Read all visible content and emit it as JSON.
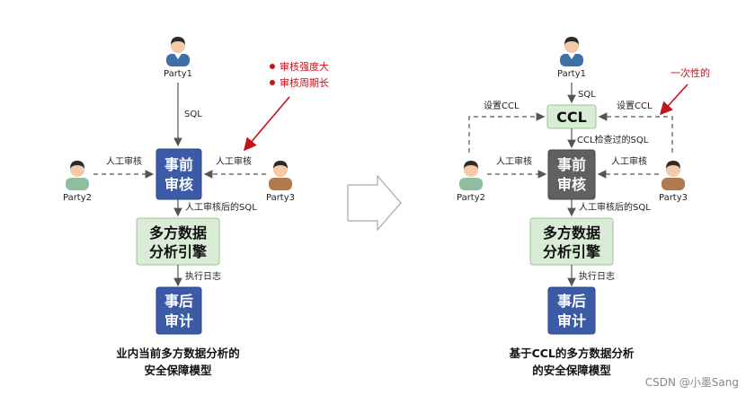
{
  "left": {
    "party1": "Party1",
    "party2": "Party2",
    "party3": "Party3",
    "sql_label": "SQL",
    "manual_review_left": "人工审核",
    "manual_review_right": "人工审核",
    "pre_review_box": [
      "事前",
      "审核"
    ],
    "reviewed_sql_label": "人工审核后的SQL",
    "engine_box": [
      "多方数据",
      "分析引擎"
    ],
    "exec_log_label": "执行日志",
    "post_audit_box": [
      "事后",
      "审计"
    ],
    "notes": [
      "审核强度大",
      "审核周期长"
    ],
    "caption": [
      "业内当前多方数据分析的",
      "安全保障模型"
    ]
  },
  "right": {
    "party1": "Party1",
    "party2": "Party2",
    "party3": "Party3",
    "sql_label": "SQL",
    "set_ccl_left": "设置CCL",
    "set_ccl_right": "设置CCL",
    "ccl_box": "CCL",
    "ccl_checked_sql_label": "CCL检查过的SQL",
    "manual_review_left": "人工审核",
    "manual_review_right": "人工审核",
    "pre_review_box": [
      "事前",
      "审核"
    ],
    "reviewed_sql_label": "人工审核后的SQL",
    "engine_box": [
      "多方数据",
      "分析引擎"
    ],
    "exec_log_label": "执行日志",
    "post_audit_box": [
      "事后",
      "审计"
    ],
    "note": "一次性的",
    "caption": [
      "基于CCL的多方数据分析",
      "的安全保障模型"
    ]
  },
  "watermark": "CSDN @小墨Sang"
}
